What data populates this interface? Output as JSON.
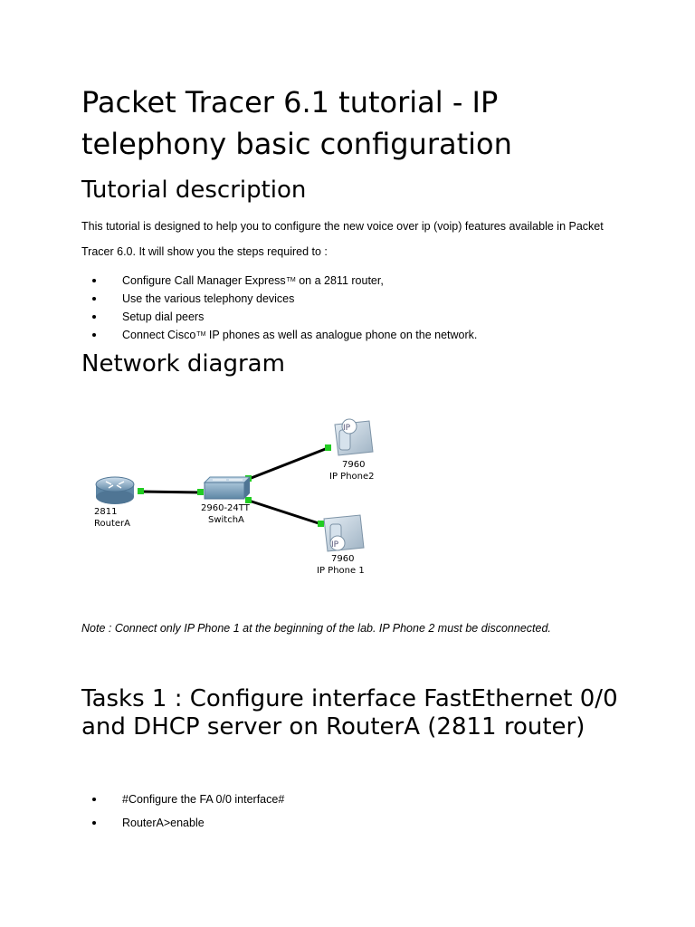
{
  "title": "Packet Tracer 6.1 tutorial - IP telephony basic configuration",
  "sections": {
    "description": {
      "heading": "Tutorial description",
      "intro": "This tutorial is designed to help you to configure the new voice over ip (voip) features available in Packet Tracer 6.0. It will show you the steps required to :",
      "bullets": [
        {
          "before": "Configure Call Manager Express",
          "tm": "TM",
          "after": " on a 2811 router,"
        },
        {
          "text": "Use the various telephony devices"
        },
        {
          "text": "Setup dial peers"
        },
        {
          "before": "Connect  Cisco",
          "tm": "TM",
          "after": " IP phones as well as analogue phone on the network."
        }
      ]
    },
    "network": {
      "heading": "Network diagram",
      "devices": {
        "router": {
          "model": "2811",
          "name": "RouterA"
        },
        "switch": {
          "model": "2960-24TT",
          "name": "SwitchA"
        },
        "phone2": {
          "model": "7960",
          "name": "IP Phone2"
        },
        "phone1": {
          "model": "7960",
          "name": "IP Phone 1"
        }
      },
      "phone_badge": "IP",
      "link_color": "#000000",
      "port_color": "#22cc22",
      "note": "Note : Connect only IP Phone 1 at the beginning of the lab. IP Phone 2 must be disconnected."
    },
    "task1": {
      "heading": "Tasks 1 : Configure interface FastEthernet 0/0 and DHCP server on RouterA (2811 router)",
      "bullets": [
        "#Configure the FA 0/0 interface#",
        "RouterA>enable"
      ]
    }
  }
}
